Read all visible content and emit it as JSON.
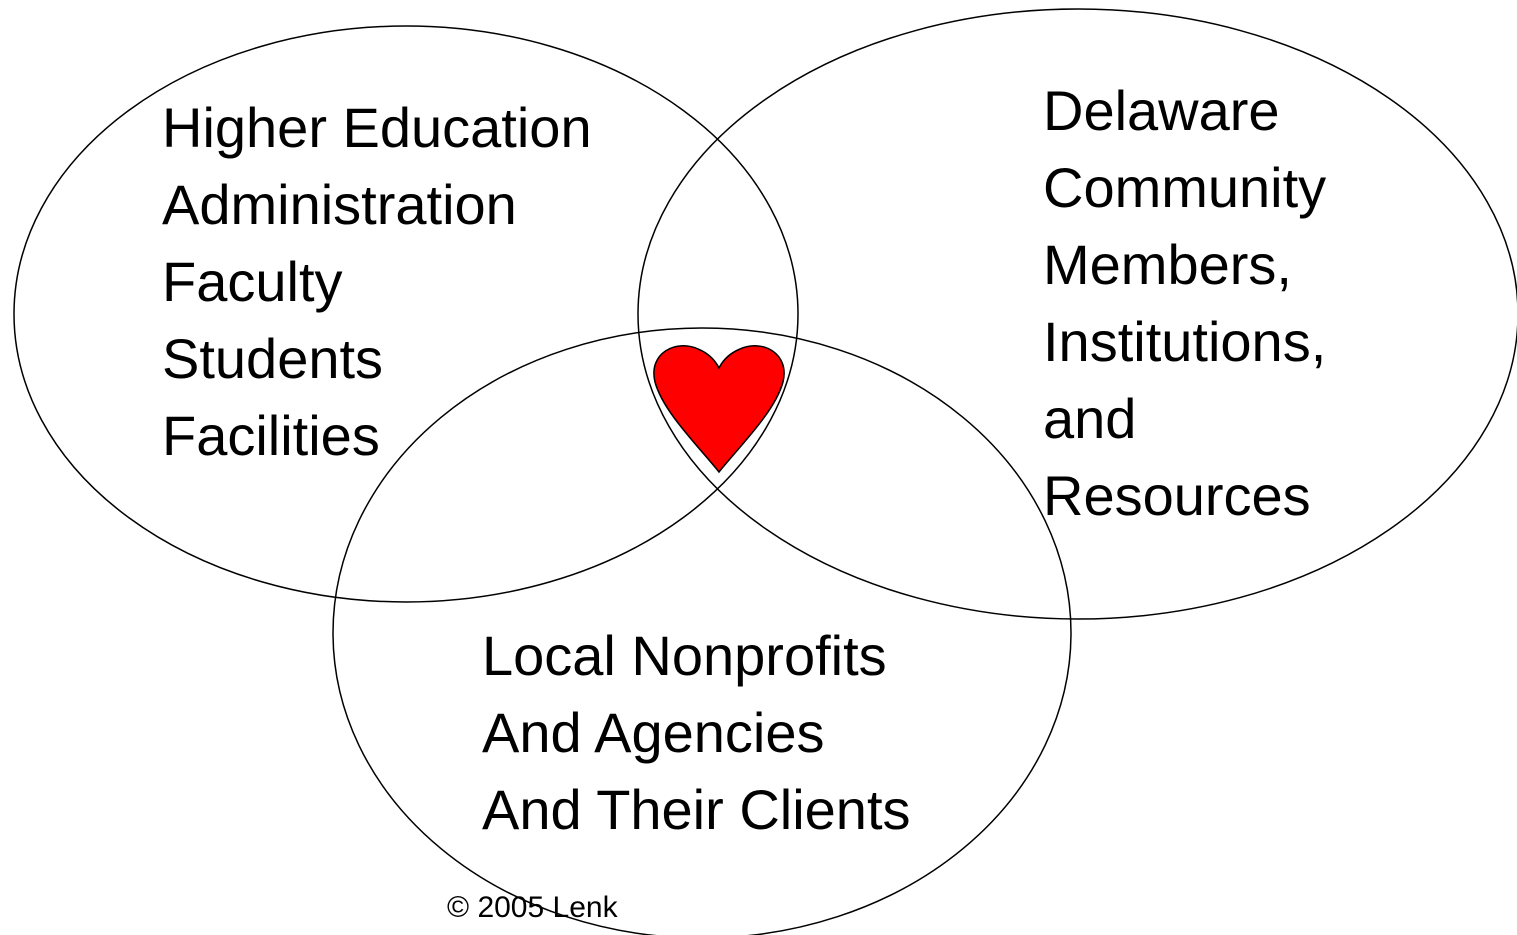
{
  "diagram": {
    "left_circle": {
      "lines": [
        "Higher Education",
        "Administration",
        "Faculty",
        "Students",
        "Facilities"
      ]
    },
    "right_circle": {
      "lines": [
        "Delaware",
        "Community",
        "Members,",
        "Institutions,",
        "and",
        "Resources"
      ]
    },
    "bottom_circle": {
      "lines": [
        "Local Nonprofits",
        "And Agencies",
        "And Their Clients"
      ]
    },
    "center_icon": "heart-icon",
    "copyright": "© 2005 Lenk"
  },
  "colors": {
    "heart": "#ff0000",
    "outline": "#000000",
    "background": "#ffffff"
  }
}
